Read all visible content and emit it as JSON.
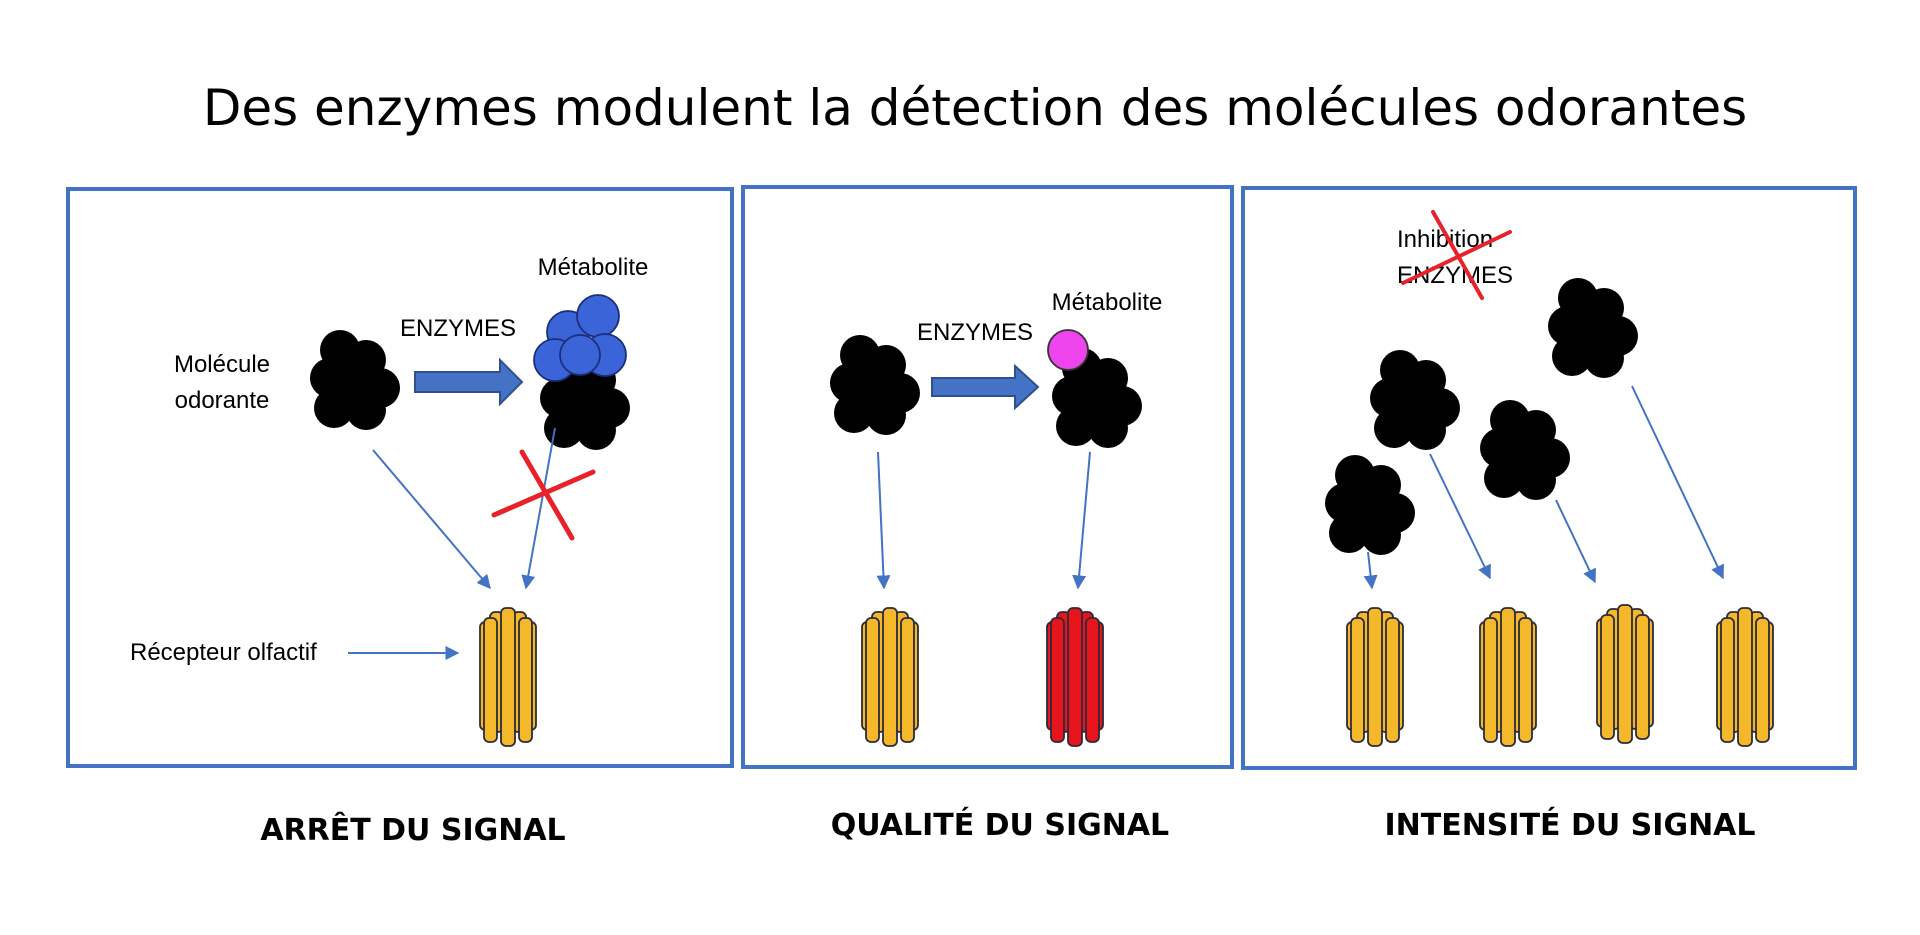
{
  "title": "Des enzymes modulent la détection des molécules odorantes",
  "panels": {
    "arret": {
      "caption": "ARRÊT DU SIGNAL",
      "molecule_label_line1": "Molécule",
      "molecule_label_line2": "odorante",
      "enzymes_label": "ENZYMES",
      "metabolite_label": "Métabolite",
      "receptor_label": "Récepteur olfactif"
    },
    "qualite": {
      "caption": "QUALITÉ DU SIGNAL",
      "enzymes_label": "ENZYMES",
      "metabolite_label": "Métabolite"
    },
    "intensite": {
      "caption": "INTENSITÉ DU SIGNAL",
      "inhibition_line1": "Inhibition",
      "inhibition_line2": "ENZYMES"
    }
  },
  "colors": {
    "panel_border": "#4472c4",
    "receptor": "#f5b82a",
    "receptor_active_alt": "#e8141c",
    "metabolite_blue": "#3a64d8",
    "metabolite_pink": "#ee44ee",
    "cross": "#e8222a"
  }
}
